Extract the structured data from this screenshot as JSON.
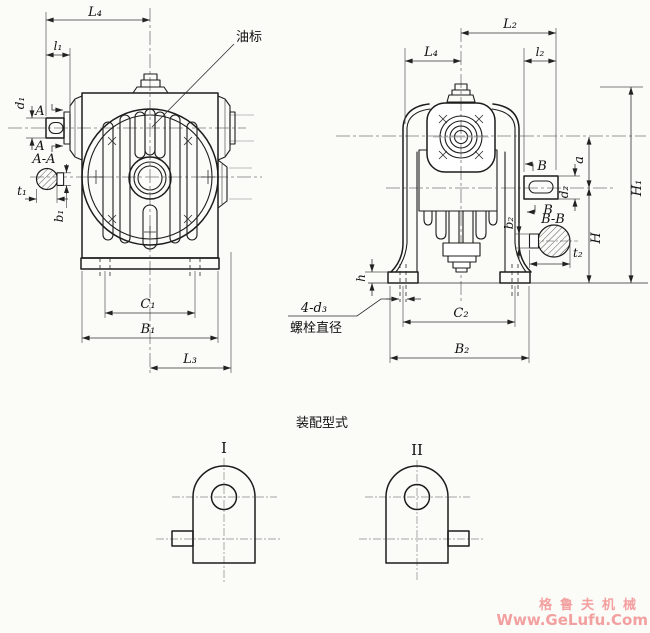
{
  "drawing": {
    "background": "#fbfbf8",
    "line_color": "#1c1c1c",
    "front_view": {
      "oil_gauge_label": "油标",
      "dims": {
        "L4": "L₄",
        "l1": "l₁",
        "d1": "d₁",
        "t1": "t₁",
        "b1": "b₁",
        "C1": "C₁",
        "B1": "B₁",
        "L3": "L₃"
      },
      "section": {
        "cut_top": "A",
        "cut_bottom": "A",
        "title": "A-A"
      }
    },
    "side_view": {
      "dims": {
        "L2": "L₂",
        "L4": "L₄",
        "l2": "l₂",
        "a": "a",
        "d2": "d₂",
        "H": "H",
        "H1": "H₁",
        "h": "h",
        "b2": "b₂",
        "t2": "t₂",
        "C2": "C₂",
        "B2": "B₂"
      },
      "section": {
        "cut_top": "B",
        "cut_bottom": "B",
        "title": "B-B"
      },
      "bolt_note": {
        "line1": "4-d₃",
        "line2": "螺栓直径"
      }
    },
    "assembly": {
      "title": "装配型式",
      "type_I": "I",
      "type_II": "II"
    },
    "watermark": {
      "brand": "格鲁夫机械",
      "url": "Www.GeLufu.Com",
      "color": "#f2a0a0"
    }
  }
}
